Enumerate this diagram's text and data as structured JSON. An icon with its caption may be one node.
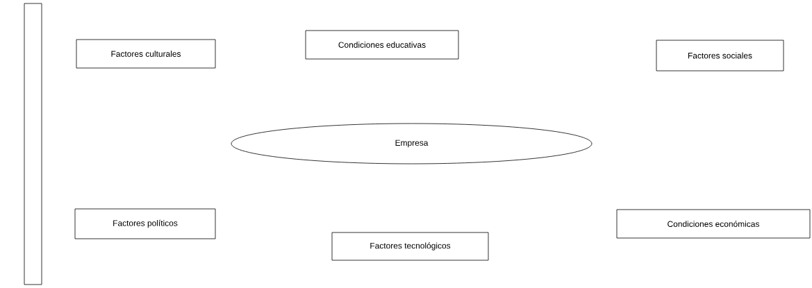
{
  "diagram": {
    "nodes": [
      {
        "text": [],
        "shape": "bar"
      },
      {
        "text": [
          "Factores culturales"
        ]
      },
      {
        "text": [
          "Condiciones educativas"
        ]
      },
      {
        "text": [
          "Factores sociales"
        ]
      },
      {
        "text": [
          "Empresa"
        ]
      },
      {
        "text": [
          "Factores políticos"
        ]
      },
      {
        "text": [
          "Condiciones económicas"
        ]
      },
      {
        "text": [
          "Factores tecnológicos"
        ]
      }
    ]
  }
}
